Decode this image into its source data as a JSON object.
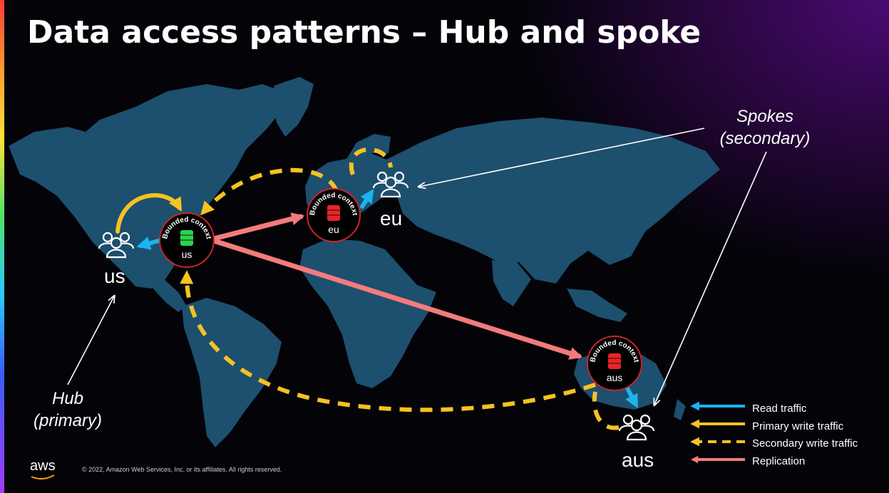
{
  "title": "Data access patterns – Hub and spoke",
  "nodes": {
    "us": {
      "ring_label": "Bounded context",
      "db_label": "us",
      "db_color": "#2fd14e",
      "users_label": "us"
    },
    "eu": {
      "ring_label": "Bounded context",
      "db_label": "eu",
      "db_color": "#e8242b",
      "users_label": "eu"
    },
    "aus": {
      "ring_label": "Bounded context",
      "db_label": "aus",
      "db_color": "#e8242b",
      "users_label": "aus"
    }
  },
  "annotations": {
    "hub_line1": "Hub",
    "hub_line2": "(primary)",
    "spokes_line1": "Spokes",
    "spokes_line2": "(secondary)"
  },
  "legend": {
    "read": "Read traffic",
    "primary_write": "Primary write traffic",
    "secondary_write": "Secondary write traffic",
    "replication": "Replication"
  },
  "colors": {
    "read": "#1bb4f0",
    "write": "#f6c222",
    "replication": "#f47b7b",
    "land": "#1d4f6e",
    "node_ring": "#c9262c"
  },
  "footer": "© 2022, Amazon Web Services, Inc. or its affiliates. All rights reserved.",
  "logo": "aws"
}
